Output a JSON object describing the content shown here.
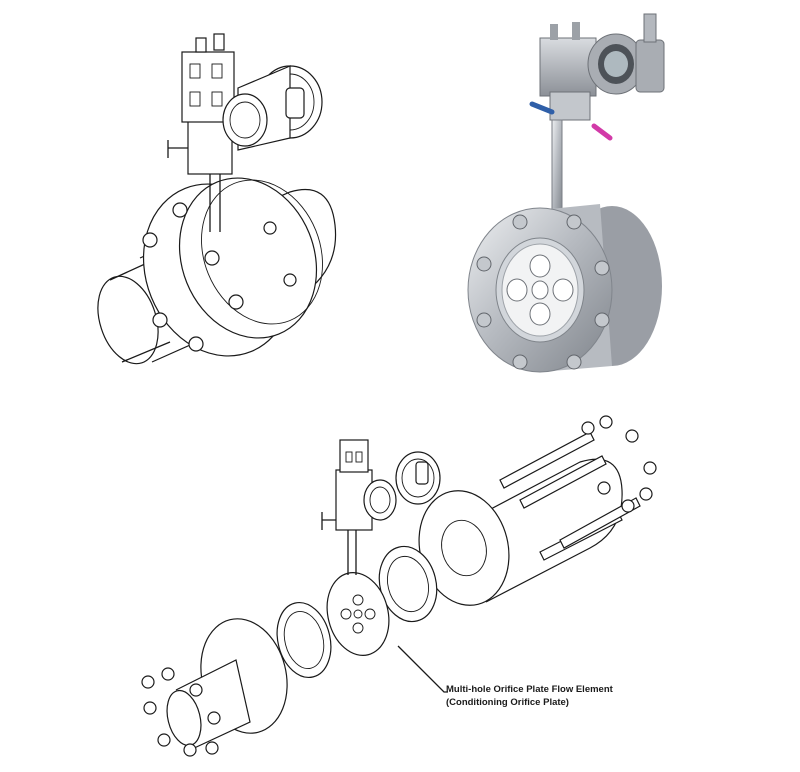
{
  "callout": {
    "line1": "Multi-hole Orifice Plate Flow Element",
    "line2": "(Conditioning Orifice Plate)"
  },
  "colors": {
    "line": "#1a1a1a",
    "steel": "#c9ccd1",
    "steel_dark": "#8e9399",
    "transmitter_gray": "#a9adb3",
    "valve_blue": "#2f5fa8",
    "valve_pink": "#d23aa8"
  },
  "views": [
    {
      "name": "assembled line drawing"
    },
    {
      "name": "product photo"
    },
    {
      "name": "exploded view"
    }
  ]
}
